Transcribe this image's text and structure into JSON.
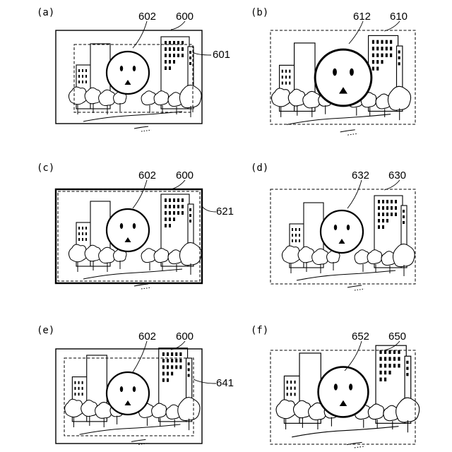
{
  "panels": [
    {
      "id": "a",
      "label": "(a)",
      "refs": [
        "602",
        "600",
        "601"
      ]
    },
    {
      "id": "b",
      "label": "(b)",
      "refs": [
        "612",
        "610"
      ]
    },
    {
      "id": "c",
      "label": "(c)",
      "refs": [
        "602",
        "600",
        "621"
      ]
    },
    {
      "id": "d",
      "label": "(d)",
      "refs": [
        "632",
        "630"
      ]
    },
    {
      "id": "e",
      "label": "(e)",
      "refs": [
        "602",
        "600",
        "641"
      ]
    },
    {
      "id": "f",
      "label": "(f)",
      "refs": [
        "652",
        "650"
      ]
    }
  ]
}
